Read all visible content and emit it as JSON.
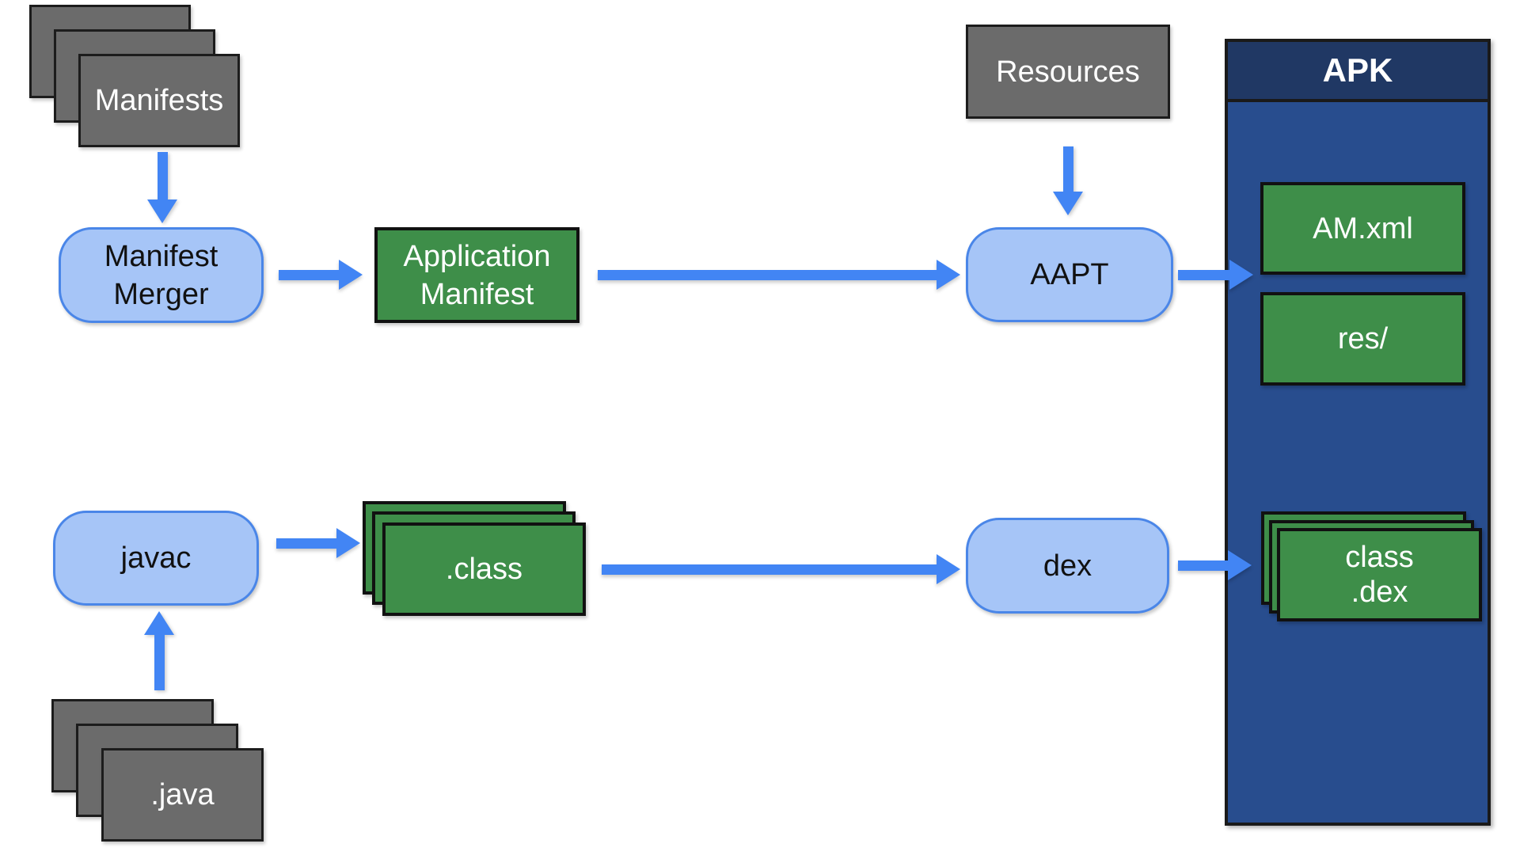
{
  "diagram": {
    "description": "Android APK build process flow diagram",
    "nodes": {
      "manifests": {
        "lines": [
          "Manifests"
        ],
        "shape": "stacked-gray-boxes"
      },
      "manifest_merger": {
        "lines": [
          "Manifest",
          "Merger"
        ],
        "shape": "blue-pill"
      },
      "application_manifest": {
        "lines": [
          "Application",
          "Manifest"
        ],
        "shape": "green-box"
      },
      "resources": {
        "lines": [
          "Resources"
        ],
        "shape": "gray-box"
      },
      "aapt": {
        "lines": [
          "AAPT"
        ],
        "shape": "blue-pill"
      },
      "apk": {
        "title": "APK",
        "shape": "blue-container"
      },
      "am_xml": {
        "lines": [
          "AM.xml"
        ],
        "shape": "green-box"
      },
      "res_dir": {
        "lines": [
          "res/"
        ],
        "shape": "green-box"
      },
      "java_files": {
        "lines": [
          ".java"
        ],
        "shape": "stacked-gray-boxes"
      },
      "javac": {
        "lines": [
          "javac"
        ],
        "shape": "blue-pill"
      },
      "class_files": {
        "lines": [
          ".class"
        ],
        "shape": "stacked-green-boxes"
      },
      "dex": {
        "lines": [
          "dex"
        ],
        "shape": "blue-pill"
      },
      "class_dex": {
        "lines": [
          "class",
          ".dex"
        ],
        "shape": "stacked-green-boxes"
      }
    },
    "edges": [
      {
        "from": "manifests",
        "to": "manifest_merger"
      },
      {
        "from": "manifest_merger",
        "to": "application_manifest"
      },
      {
        "from": "application_manifest",
        "to": "aapt"
      },
      {
        "from": "resources",
        "to": "aapt"
      },
      {
        "from": "aapt",
        "to": "apk"
      },
      {
        "from": "java_files",
        "to": "javac"
      },
      {
        "from": "javac",
        "to": "class_files"
      },
      {
        "from": "class_files",
        "to": "dex"
      },
      {
        "from": "dex",
        "to": "class_dex"
      }
    ],
    "colors": {
      "background": "#ffffff",
      "gray_fill": "#6b6b6b",
      "green_fill": "#3e8e49",
      "pill_fill": "#a6c5f7",
      "pill_border": "#4a86e8",
      "arrow_blue": "#4285f4",
      "apk_header": "#203864",
      "apk_body": "#284d8e",
      "dark_border": "#1a1a1a",
      "text_on_dark": "#ffffff",
      "text_on_pill": "#111111"
    }
  }
}
